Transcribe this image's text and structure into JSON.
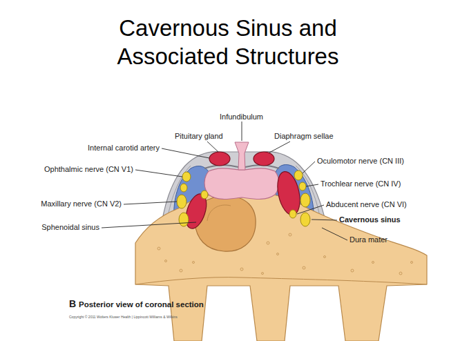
{
  "diagram": {
    "title": "Cavernous Sinus and Associated Structures",
    "caption": "Posterior view of coronal section",
    "labels": [
      "Infundibulum",
      "Pituitary gland",
      "Diaphragm sellae",
      "Internal carotid artery",
      "Oculomotor nerve (CN III)",
      "Ophthalmic nerve (CN V1)",
      "Trochlear nerve (CN IV)",
      "Maxillary nerve (CN V2)",
      "Abducent nerve (CN VI)",
      "Cavernous sinus",
      "Sphenoidal sinus",
      "Dura mater",
      "B",
      "Copyright © 2011 Wolters Kluwer Health | Lippincott Williams & Wilkins"
    ]
  }
}
